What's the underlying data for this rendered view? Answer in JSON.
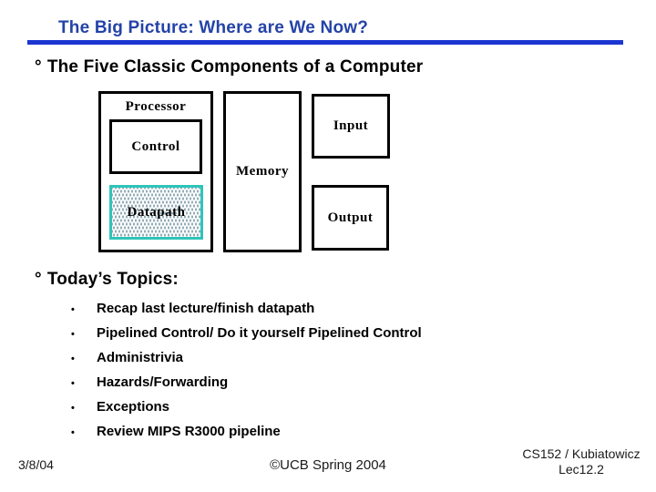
{
  "title": {
    "text": "The Big Picture: Where are We Now?",
    "color": "#2443a8",
    "rule_color": "#1b36d1"
  },
  "sections": {
    "components": {
      "marker": "°",
      "heading": "The Five Classic Components of a Computer"
    },
    "topics": {
      "marker": "°",
      "heading": "Today’s Topics:",
      "bullet_char": "•",
      "items": [
        "Recap last lecture/finish datapath",
        "Pipelined Control/ Do it yourself Pipelined Control",
        "Administrivia",
        "Hazards/Forwarding",
        "Exceptions",
        "Review MIPS R3000 pipeline"
      ]
    }
  },
  "diagram": {
    "processor_label": "Processor",
    "control_label": "Control",
    "datapath_label": "Datapath",
    "memory_label": "Memory",
    "input_label": "Input",
    "output_label": "Output",
    "datapath_accent_color": "#2fc4ba",
    "box_border_color": "#000000"
  },
  "footer": {
    "date": "3/8/04",
    "copyright": "©UCB Spring 2004",
    "course": "CS152 / Kubiatowicz",
    "lecture": "Lec12.2"
  }
}
